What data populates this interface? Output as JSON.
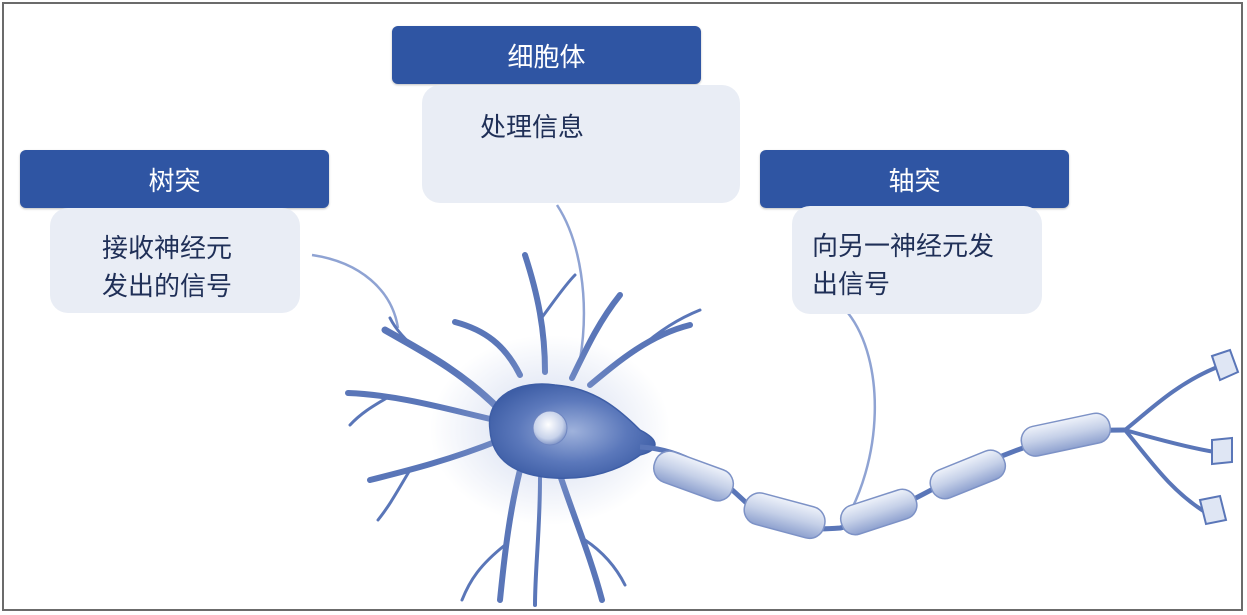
{
  "labels": {
    "dendrite": {
      "title": "树突",
      "lines": [
        "接收神经元",
        "发出的信号"
      ]
    },
    "soma": {
      "title": "细胞体",
      "lines": [
        "处理信息"
      ]
    },
    "axon": {
      "title": "轴突",
      "lines": [
        "向另一神经元发",
        "出信号"
      ]
    }
  },
  "colors": {
    "title_bg": "#2f55a3",
    "desc_bg": "#e9edf5",
    "neuron": "#5a76b8",
    "neuron_light": "#c9d4ea"
  }
}
